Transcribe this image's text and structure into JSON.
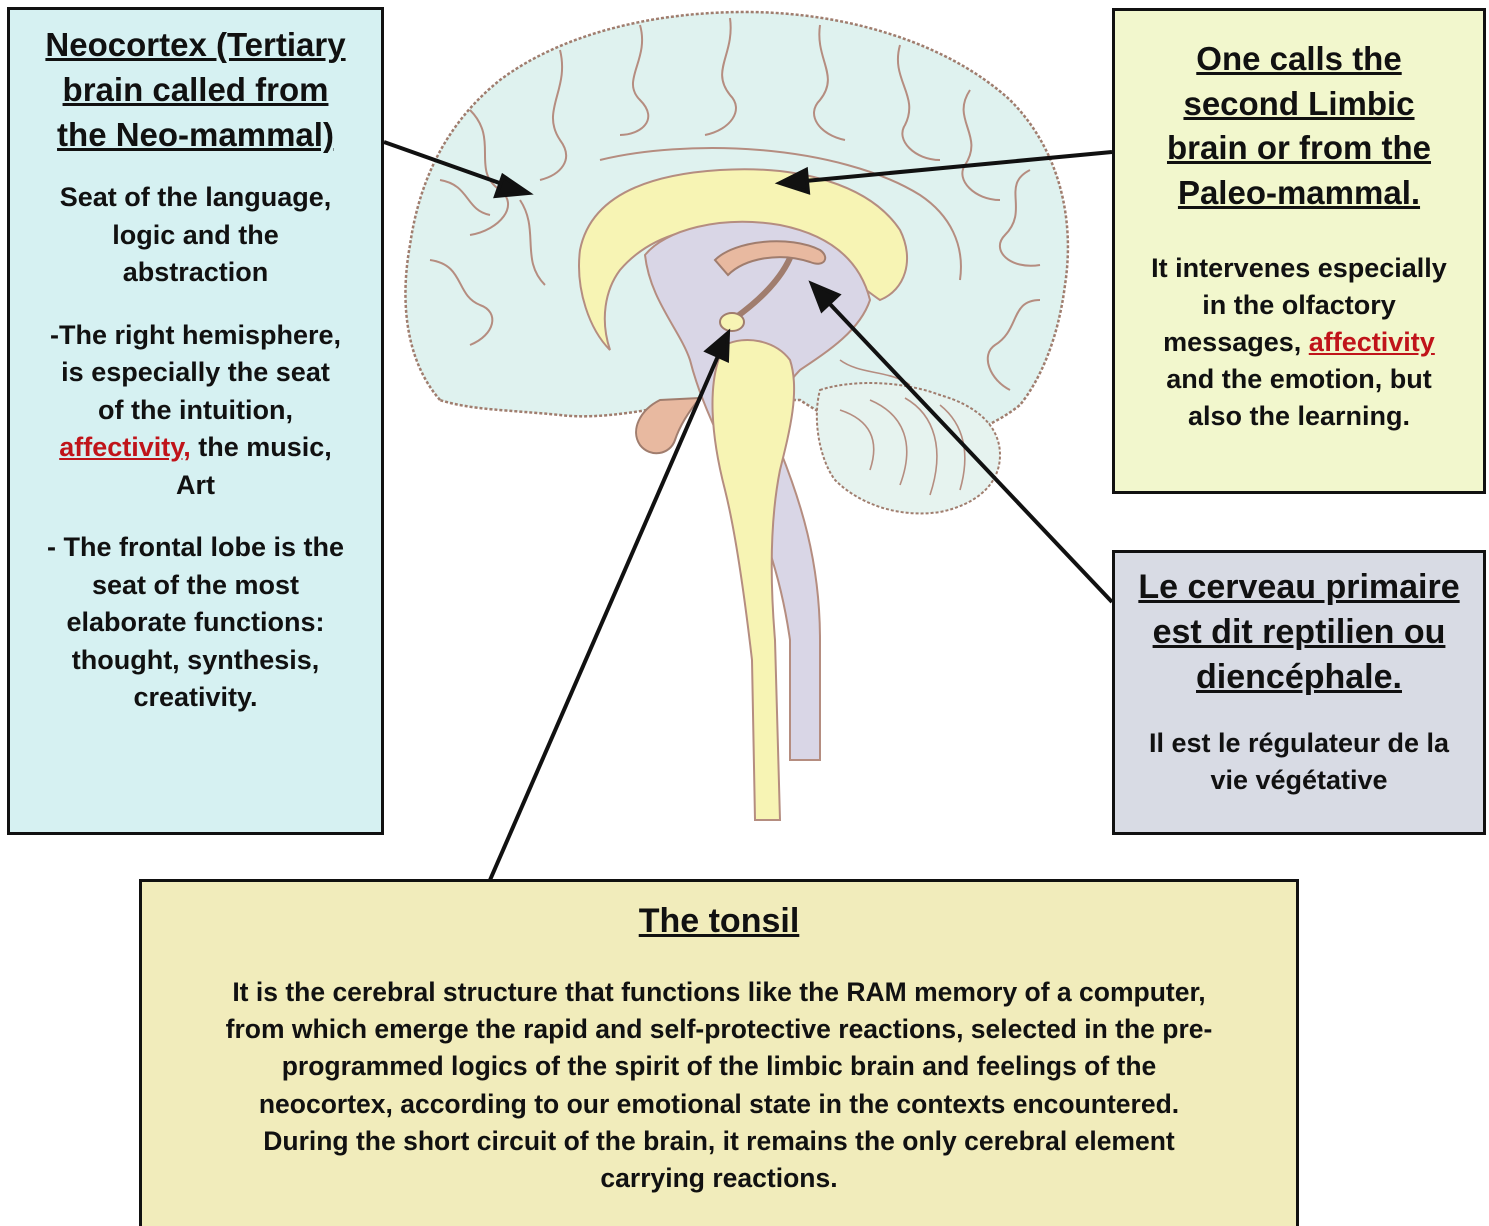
{
  "neocortex": {
    "title_lines": [
      "Neocortex (Tertiary",
      "brain called from",
      "the Neo-mammal)"
    ],
    "para1_lines": [
      "Seat of the language,",
      "logic and the",
      "abstraction"
    ],
    "para2_lines": [
      "-The right hemisphere,",
      "is especially the seat",
      "of the intuition,"
    ],
    "para2_highlight": "affectivity,",
    "para2_after": " the music,",
    "para2_last": "Art",
    "para3_lines": [
      "- The frontal lobe is the",
      "seat of the most",
      "elaborate functions:",
      "thought, synthesis,",
      "creativity."
    ]
  },
  "limbic": {
    "title_lines": [
      "One calls the",
      "second Limbic",
      "brain or from the",
      "Paleo-mammal."
    ],
    "para_line1": "It intervenes especially",
    "para_line2": "in the olfactory",
    "para_line3_before": "messages, ",
    "para_highlight": "affectivity",
    "para_line4": "and the emotion, but",
    "para_line5": "also the learning."
  },
  "reptilian": {
    "title_lines": [
      "Le cerveau primaire",
      "est dit reptilien ou",
      "diencéphale."
    ],
    "para_lines": [
      "Il est le régulateur de la",
      "vie végétative"
    ]
  },
  "tonsil": {
    "title": "The tonsil",
    "para_lines": [
      "It is the cerebral structure that functions like the RAM memory of a computer,",
      "from which emerge the rapid and self-protective reactions, selected in the pre-",
      "programmed logics of the spirit of the limbic brain and feelings of the",
      "neocortex, according to our emotional state in the contexts encountered.",
      "During the short circuit of the brain, it remains the only cerebral element",
      "carrying reactions."
    ]
  },
  "colors": {
    "cortex": "#dff2ef",
    "limbic": "#f7f4b4",
    "diencephalon": "#d9d6e6",
    "fornix": "#e8b9a0",
    "cerebellum": "#e6f3ef",
    "outline": "#a07d6e",
    "highlight": "#c0141a"
  }
}
